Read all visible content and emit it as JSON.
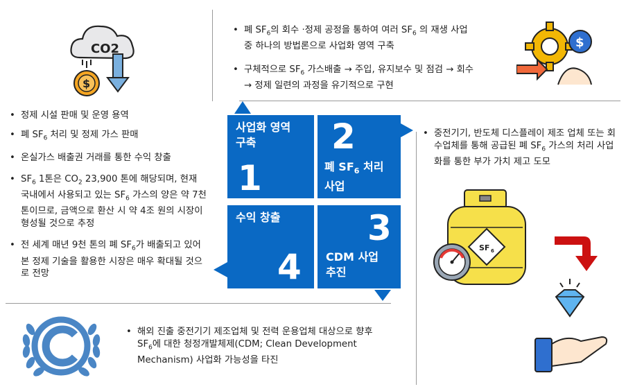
{
  "top_right_bullets": [
    {
      "a": "폐 SF",
      "sub": "6",
      "b": "의 회수 ·정제 공정을 통하여 여러 SF",
      "sub2": "6",
      "c": " 의 재생 사업 중 하나의 방법론으로 사업화 영역 구축"
    },
    {
      "a": "구체적으로 SF",
      "sub": "6",
      "b": " 가스배출 → 주입, 유지보수 및 점검 → 회수 → 정제 일련의 과정을 유기적으로 구현",
      "sub2": "",
      "c": ""
    }
  ],
  "left_bullets": [
    {
      "a": "정제 시설 판매 및 운영 용역",
      "sub": "",
      "b": ""
    },
    {
      "a": "폐 SF",
      "sub": "6",
      "b": " 처리 및 정제 가스 판매"
    },
    {
      "a": "온실가스 배출권 거래를 통한 수익 창출",
      "sub": "",
      "b": ""
    }
  ],
  "left_para1": {
    "a": "SF",
    "s1": "6",
    "b": " 1톤은 CO",
    "s2": "2",
    "c": " 23,900 톤에 해당되며, 현재 국내에서 사용되고 있는 SF",
    "s3": "6",
    "d": " 가스의 양은 약 7천 톤이므로, 금액으로 환산 시 약 4조 원의 시장이 형성될 것으로 추정"
  },
  "left_para2": {
    "a": "전 세계 매년 9천 톤의 폐 SF",
    "s1": "6",
    "b": "가 배출되고 있어 본 정제 기술을 활용한 시장은 매우 확대될 것으로 전망"
  },
  "right_bullet": {
    "a": "중전기기, 반도체 디스플레이 제조 업체 또는 회수업체를 통해 공급된 폐 SF",
    "s1": "6",
    "b": " 가스의 처리 사업화를 통한 부가 가치 제고 도모"
  },
  "bottom_bullet": {
    "a": "해외 진출 중전기기 제조업체 및 전력 운용업체 대상으로 향후 SF",
    "s1": "6",
    "b": "에 대한 청정개발체제(CDM; Clean Development Mechanism) 사업화 가능성을 타진"
  },
  "tiles": [
    {
      "title": "사업화 영역\n구축",
      "number": "1"
    },
    {
      "title_a": "폐 SF",
      "title_sub": "6",
      "title_b": " 처리\n사업",
      "number": "2"
    },
    {
      "title": "CDM 사업\n추진",
      "number": "3"
    },
    {
      "title": "수익 창출",
      "number": "4"
    }
  ],
  "icons": {
    "co2_cloud": "CO2",
    "co2_sub": "2",
    "cylinder_label": "SF",
    "cylinder_sub": "6"
  },
  "colors": {
    "tile_blue": "#0a69c4",
    "arrow_red": "#cc1111",
    "coin_orange": "#f5a623"
  }
}
